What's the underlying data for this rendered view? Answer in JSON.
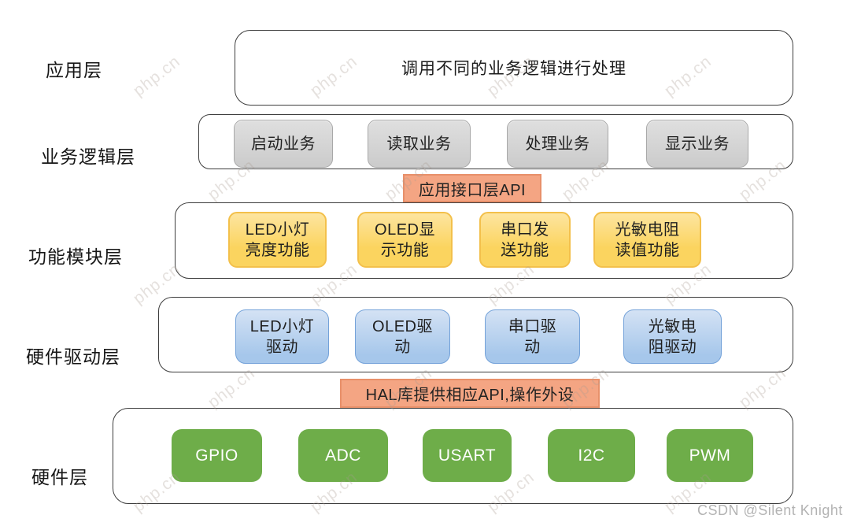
{
  "colors": {
    "band_border": "#3d3d3d",
    "gray_chip_fill": "#d2d2d2",
    "yellow_chip_fill": "#fbd45f",
    "blue_chip_fill": "#a6c7eb",
    "green_chip_fill": "#6ead49",
    "connector_fill": "#f4a583",
    "text": "#1f1f1f",
    "credit_color": "#b3b3b3"
  },
  "rows": [
    {
      "label": "应用层",
      "box_text": "调用不同的业务逻辑进行处理"
    },
    {
      "label": "业务逻辑层",
      "chips": [
        {
          "text": "启动业务"
        },
        {
          "text": "读取业务"
        },
        {
          "text": "处理业务"
        },
        {
          "text": "显示业务"
        }
      ]
    },
    {
      "label": "功能模块层",
      "chips": [
        {
          "text": "LED小灯\n亮度功能"
        },
        {
          "text": "OLED显\n示功能"
        },
        {
          "text": "串口发\n送功能"
        },
        {
          "text": "光敏电阻\n读值功能"
        }
      ]
    },
    {
      "label": "硬件驱动层",
      "chips": [
        {
          "text": "LED小灯\n驱动"
        },
        {
          "text": "OLED驱\n动"
        },
        {
          "text": "串口驱\n动"
        },
        {
          "text": "光敏电\n阻驱动"
        }
      ]
    },
    {
      "label": "硬件层",
      "chips": [
        {
          "text": "GPIO"
        },
        {
          "text": "ADC"
        },
        {
          "text": "USART"
        },
        {
          "text": "I2C"
        },
        {
          "text": "PWM"
        }
      ]
    }
  ],
  "connectors": [
    {
      "text": "应用接口层API"
    },
    {
      "text": "HAL库提供相应API,操作外设"
    }
  ],
  "watermarks": {
    "site": "php.cn",
    "credit": "CSDN @Silent Knight"
  }
}
